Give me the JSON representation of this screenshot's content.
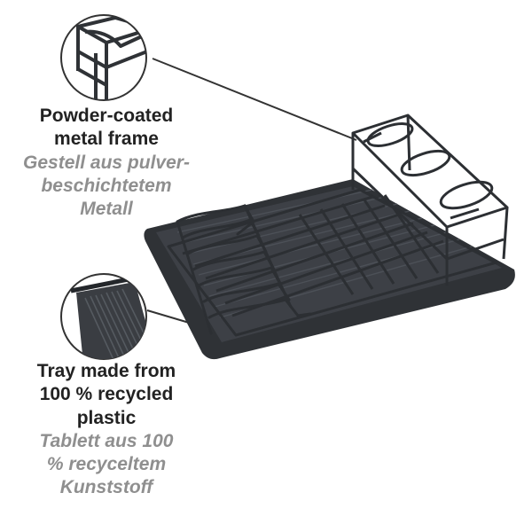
{
  "callouts": {
    "frame": {
      "en_line1": "Powder-coated",
      "en_line2": "metal frame",
      "de_line1": "Gestell aus pulver-",
      "de_line2": "beschichtetem",
      "de_line3": "Metall"
    },
    "tray": {
      "en_line1": "Tray made from",
      "en_line2": "100 % recycled",
      "en_line3": "plastic",
      "de_line1": "Tablett aus 100",
      "de_line2": "% recyceltem",
      "de_line3": "Kunststoff"
    }
  },
  "colors": {
    "product": "#3a3d42",
    "product_dark": "#24272b",
    "english_text": "#222222",
    "german_text": "#8f8f8f",
    "leader_line": "#333333"
  }
}
